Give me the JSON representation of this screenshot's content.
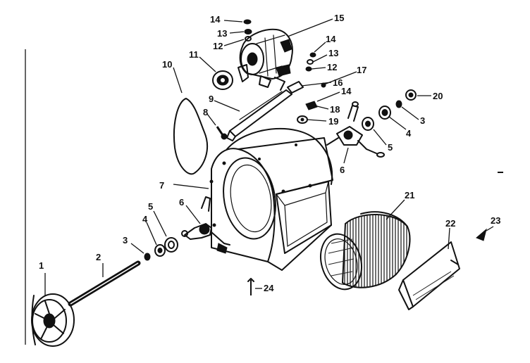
{
  "callouts": {
    "c1": "1",
    "c2": "2",
    "c3a": "3",
    "c3b": "3",
    "c4a": "4",
    "c4b": "4",
    "c5a": "5",
    "c5b": "5",
    "c6a": "6",
    "c6b": "6",
    "c7": "7",
    "c8": "8",
    "c9": "9",
    "c10": "10",
    "c11": "11",
    "c12a": "12",
    "c12b": "12",
    "c13a": "13",
    "c13b": "13",
    "c14a": "14",
    "c14b": "14",
    "c14c": "14",
    "c15": "15",
    "c16": "16",
    "c17": "17",
    "c18": "18",
    "c19": "19",
    "c20": "20",
    "c21": "21",
    "c22": "22",
    "c23": "23",
    "c24": "24"
  }
}
